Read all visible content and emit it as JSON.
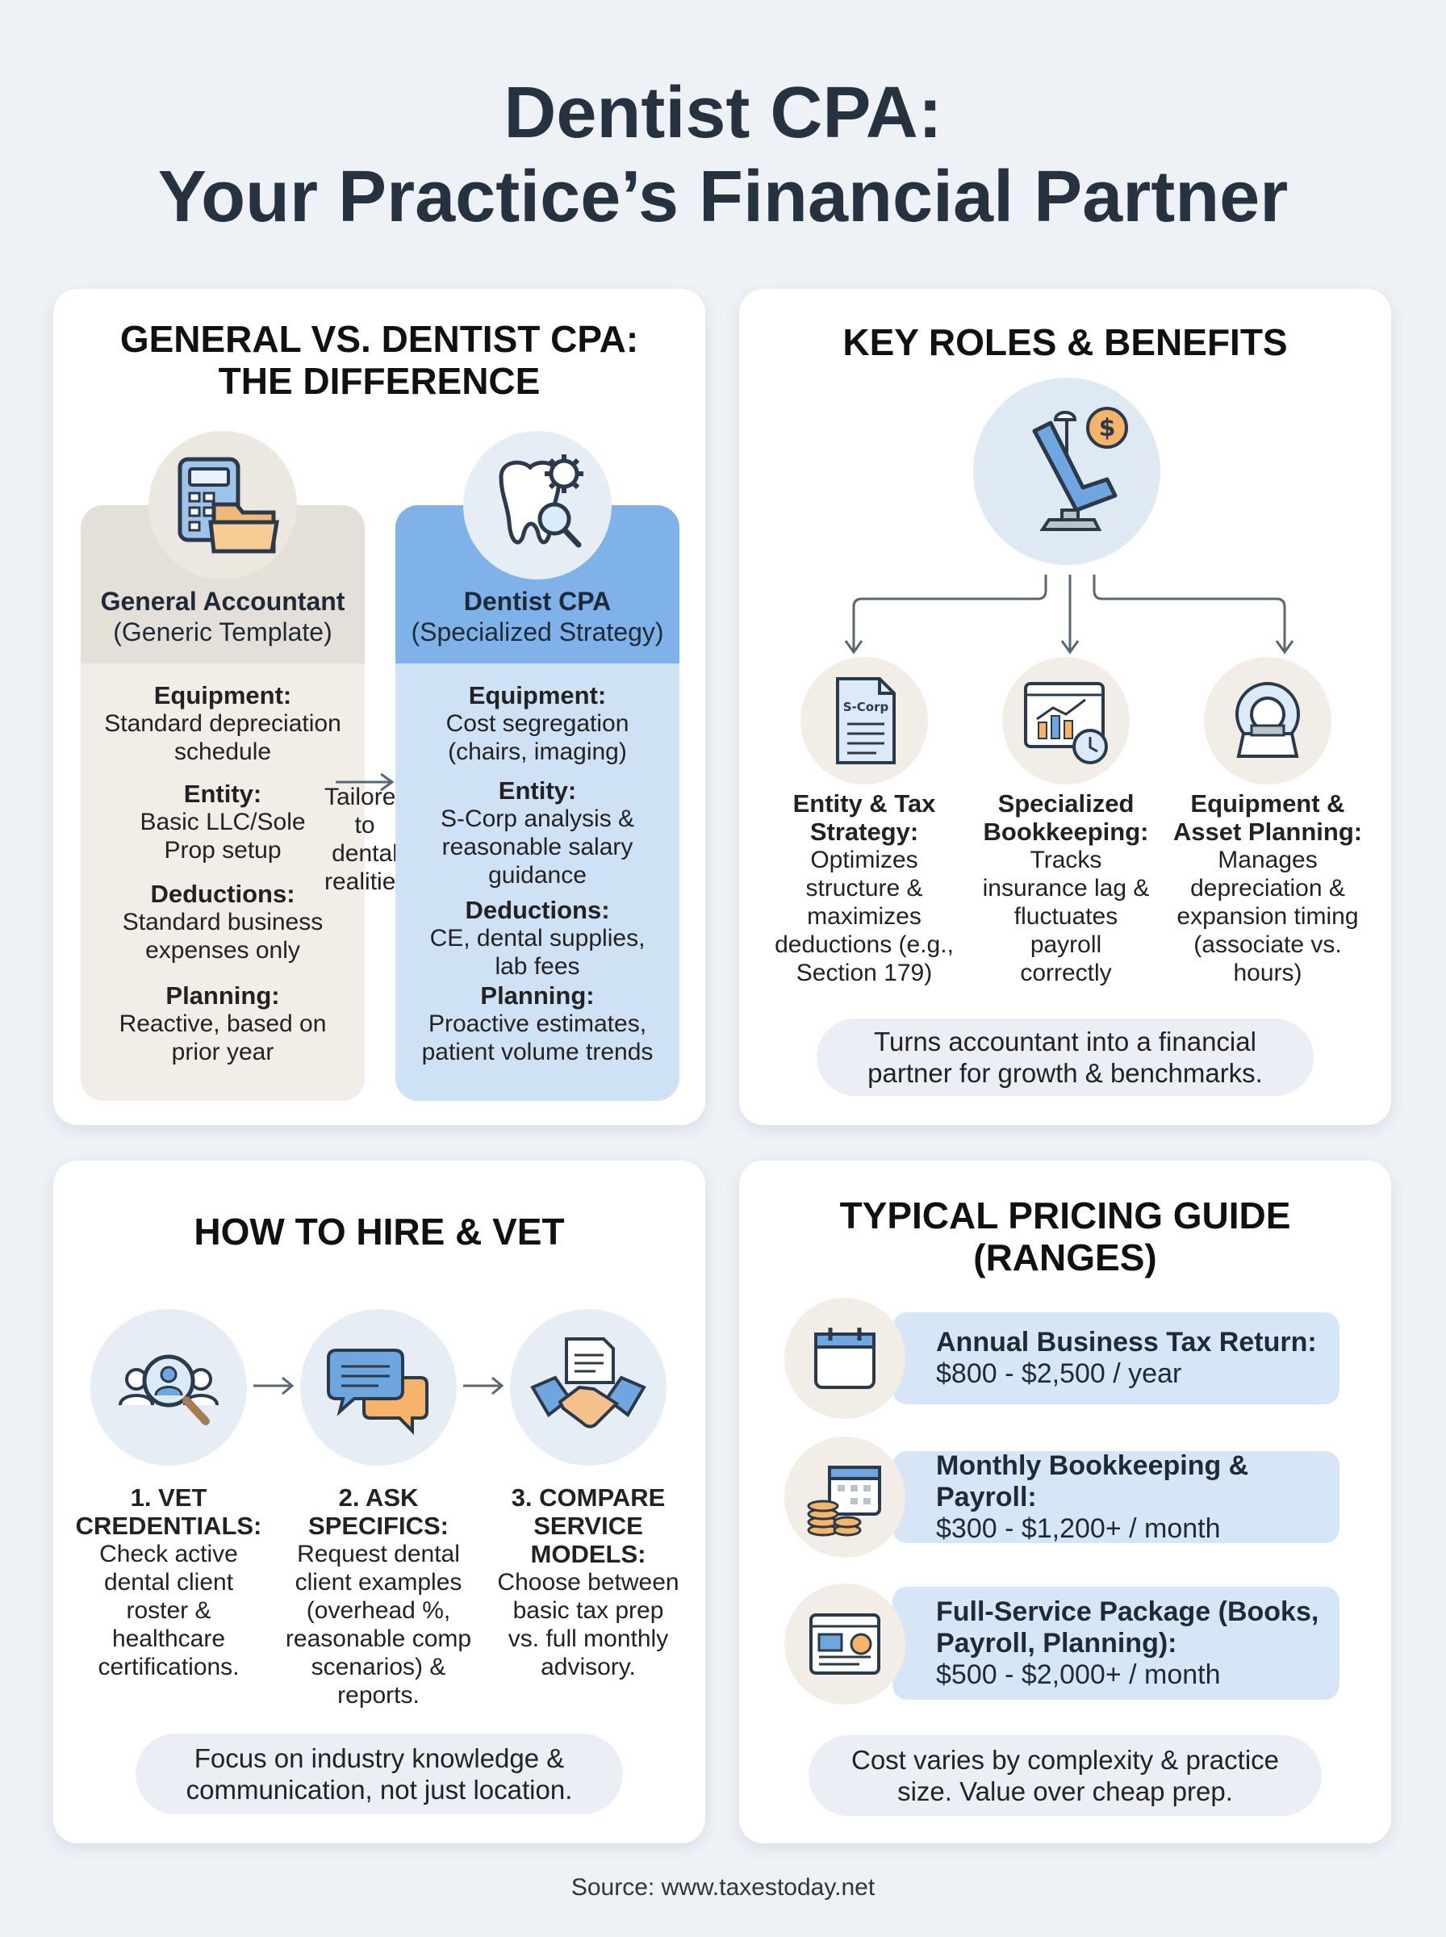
{
  "title": {
    "line1": "Dentist CPA:",
    "line2": "Your Practice’s Financial Partner"
  },
  "comparison": {
    "title_line1": "GENERAL VS. DENTIST CPA:",
    "title_line2": "THE DIFFERENCE",
    "arrow_label": [
      "Tailored",
      "to dental",
      "realities"
    ],
    "general": {
      "name": "General Accountant",
      "subtitle": "(Generic Template)",
      "items": [
        {
          "label": "Equipment:",
          "text": [
            "Standard depreciation",
            "schedule"
          ]
        },
        {
          "label": "Entity:",
          "text": [
            "Basic LLC/Sole",
            "Prop setup"
          ]
        },
        {
          "label": "Deductions:",
          "text": [
            "Standard business",
            "expenses only"
          ]
        },
        {
          "label": "Planning:",
          "text": [
            "Reactive, based on",
            "prior year"
          ]
        }
      ]
    },
    "dentist": {
      "name": "Dentist CPA",
      "subtitle": "(Specialized Strategy)",
      "items": [
        {
          "label": "Equipment:",
          "text": [
            "Cost segregation",
            "(chairs, imaging)"
          ]
        },
        {
          "label": "Entity:",
          "text": [
            "S-Corp analysis &",
            "reasonable salary",
            "guidance"
          ]
        },
        {
          "label": "Deductions:",
          "text": [
            "CE, dental supplies,",
            "lab fees"
          ]
        },
        {
          "label": "Planning:",
          "text": [
            "Proactive estimates,",
            "patient volume trends"
          ]
        }
      ]
    }
  },
  "roles": {
    "title": "KEY ROLES & BENEFITS",
    "doc_icon_label": "S-Corp",
    "items": [
      {
        "label": [
          "Entity & Tax",
          "Strategy:"
        ],
        "text": [
          "Optimizes",
          "structure &",
          "maximizes",
          "deductions (e.g.,",
          "Section 179)"
        ]
      },
      {
        "label": [
          "Specialized",
          "Bookkeeping:"
        ],
        "text": [
          "Tracks",
          "insurance lag &",
          "fluctuates",
          "payroll",
          "correctly"
        ]
      },
      {
        "label": [
          "Equipment &",
          "Asset Planning:"
        ],
        "text": [
          "Manages",
          "depreciation &",
          "expansion timing",
          "(associate vs.",
          "hours)"
        ]
      }
    ],
    "summary": [
      "Turns accountant into a financial",
      "partner for growth & benchmarks."
    ]
  },
  "hire": {
    "title": "HOW TO HIRE & VET",
    "steps": [
      {
        "label": [
          "1. VET",
          "CREDENTIALS:"
        ],
        "text": [
          "Check active",
          "dental client",
          "roster &",
          "healthcare",
          "certifications."
        ]
      },
      {
        "label": [
          "2. ASK",
          "SPECIFICS:"
        ],
        "text": [
          "Request dental",
          "client examples",
          "(overhead %,",
          "reasonable comp",
          "scenarios) &",
          "reports."
        ]
      },
      {
        "label": [
          "3. COMPARE",
          "SERVICE",
          "MODELS:"
        ],
        "text": [
          "Choose between",
          "basic tax prep",
          "vs. full monthly",
          "advisory."
        ]
      }
    ],
    "summary": [
      "Focus on industry knowledge &",
      "communication, not just location."
    ]
  },
  "pricing": {
    "title_line1": "TYPICAL PRICING GUIDE",
    "title_line2": "(RANGES)",
    "items": [
      {
        "label": [
          "Annual Business Tax Return:"
        ],
        "price": "$800 - $2,500 / year"
      },
      {
        "label": [
          "Monthly Bookkeeping & Payroll:"
        ],
        "price": "$300 - $1,200+ / month"
      },
      {
        "label": [
          "Full-Service Package (Books,",
          "Payroll, Planning):"
        ],
        "price": "$500 - $2,000+ / month"
      }
    ],
    "summary": [
      "Cost varies by complexity & practice",
      "size. Value over cheap prep."
    ]
  },
  "source": "Source: www.taxestoday.net"
}
